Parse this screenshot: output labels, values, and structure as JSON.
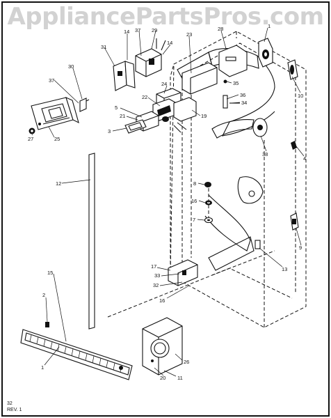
{
  "watermark": "AppliancePartsPros.com",
  "callouts": {
    "c31": "31",
    "c14a": "14",
    "c37a": "37",
    "c29": "29",
    "c14b": "14",
    "c30": "30",
    "c37b": "37",
    "c24": "24",
    "c22": "22",
    "c5": "5",
    "c21": "21",
    "c3": "3",
    "c19": "19",
    "c23": "23",
    "c28": "28",
    "c1_top": "1",
    "c10": "10",
    "c35": "35",
    "c36": "36",
    "c34": "34",
    "c38": "38",
    "c4": "4",
    "c12": "12",
    "c8": "8",
    "c16a": "16",
    "c7": "7",
    "c9": "9",
    "c13": "13",
    "c17": "17",
    "c33": "33",
    "c32": "32",
    "c16b": "16",
    "c15": "15",
    "c2": "2",
    "c1_bottom": "1",
    "c26": "26",
    "c20": "20",
    "c11": "11",
    "c27": "27",
    "c25": "25"
  },
  "footer": {
    "code": "32",
    "revision": "REV. 1"
  }
}
